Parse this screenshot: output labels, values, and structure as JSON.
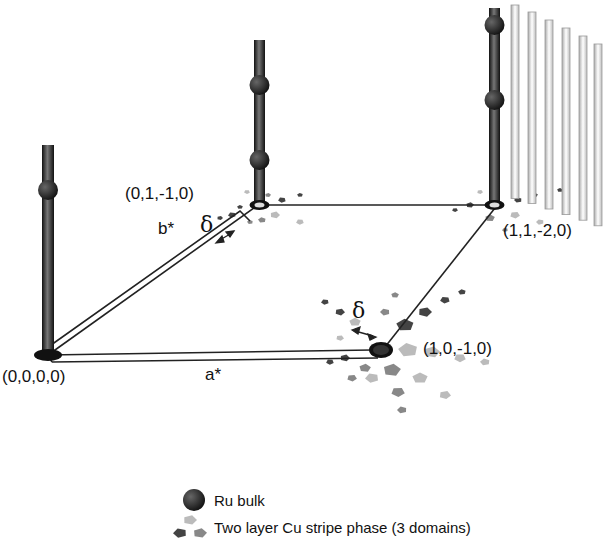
{
  "diagram": {
    "labels": [
      "(0,1,-1,0)",
      "b*",
      "δ",
      "(1,1,-2,0)",
      "δ",
      "(1,0,-1,0)",
      "(0,0,0,0)",
      "a*"
    ],
    "legend": [
      {
        "text": "Ru bulk"
      },
      {
        "text": "Two layer Cu stripe phase (3 domains)"
      }
    ]
  }
}
